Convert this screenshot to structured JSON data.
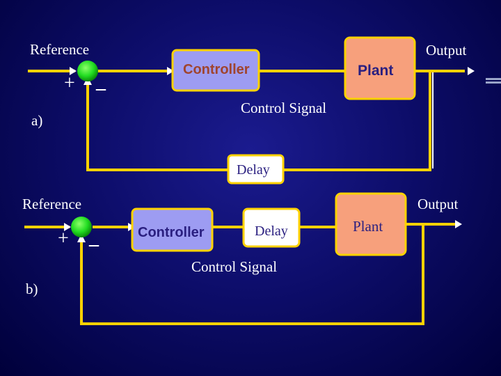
{
  "diagram_a": {
    "reference_label": "Reference",
    "output_label": "Output",
    "plus_sign": "+",
    "minus_sign": "_",
    "controller_label": "Controller",
    "plant_label": "Plant",
    "control_signal_label": "Control Signal",
    "delay_label": "Delay",
    "panel_label": "a)"
  },
  "diagram_b": {
    "reference_label": "Reference",
    "output_label": "Output",
    "plus_sign": "+",
    "minus_sign": "_",
    "controller_label": "Controller",
    "delay_label": "Delay",
    "plant_label": "Plant",
    "control_signal_label": "Control Signal",
    "panel_label": "b)"
  },
  "colors": {
    "background": "#0d0d6a",
    "wire": "#ffd200",
    "summing_junction": "#22dd22",
    "controller_fill": "#9d9cf2",
    "plant_fill": "#f7a07c",
    "delay_fill": "#ffffff",
    "block_border": "#ffd200"
  }
}
